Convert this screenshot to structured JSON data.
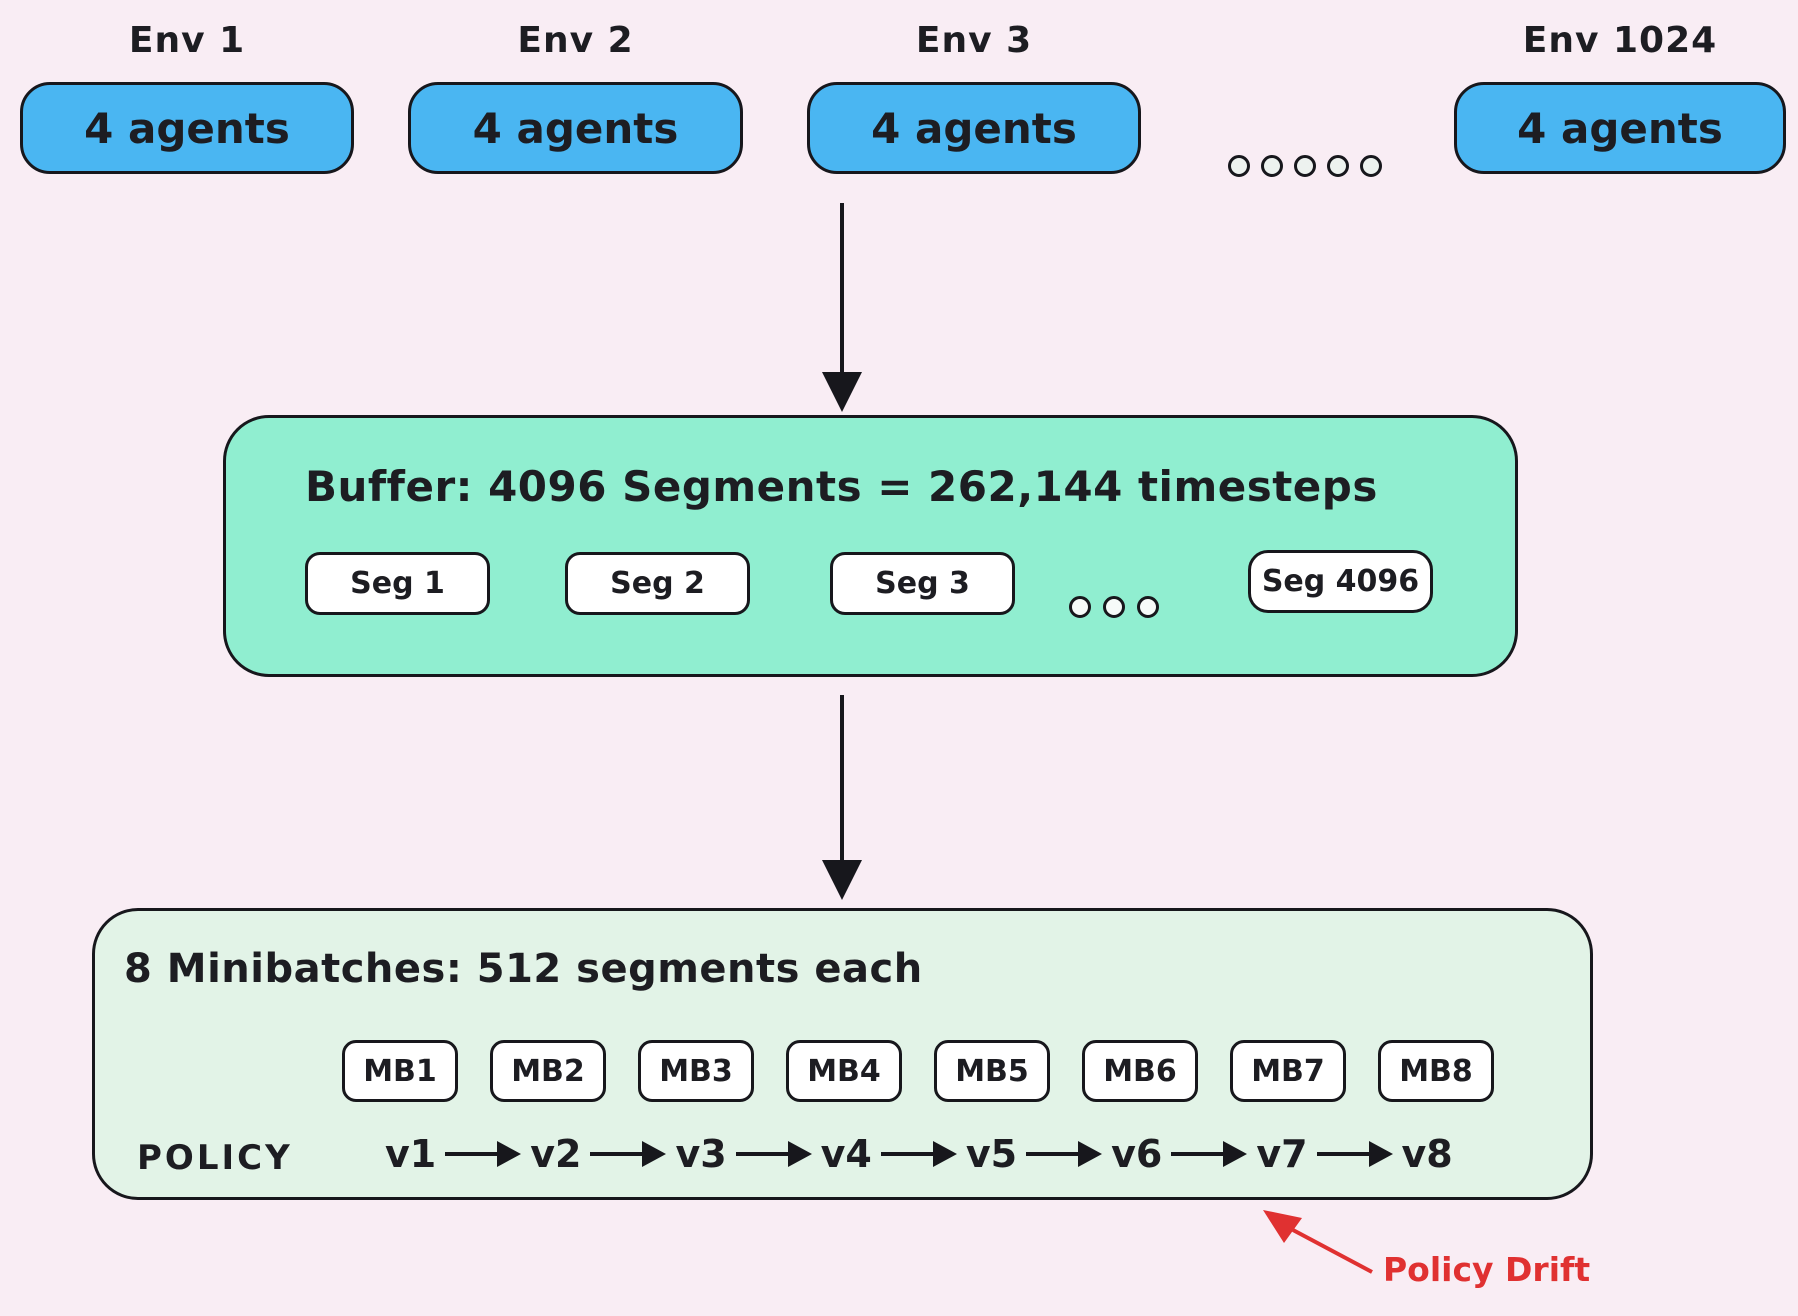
{
  "colors": {
    "background": "#f9edf4",
    "env_box": "#4ab6f2",
    "buffer_box": "#90eed0",
    "minibatch_panel": "#e2f3e7",
    "stroke": "#17171c",
    "annotation_red": "#e03131"
  },
  "env_row": {
    "items": [
      {
        "label": "Env 1",
        "box_label": "4 agents"
      },
      {
        "label": "Env 2",
        "box_label": "4 agents"
      },
      {
        "label": "Env 3",
        "box_label": "4 agents"
      },
      {
        "label": "Env 1024",
        "box_label": "4 agents"
      }
    ],
    "ellipsis_dot_count": 5
  },
  "buffer": {
    "title": "Buffer: 4096 Segments = 262,144 timesteps",
    "segments": [
      "Seg 1",
      "Seg 2",
      "Seg 3",
      "Seg 4096"
    ],
    "ellipsis_dot_count": 3
  },
  "minibatches": {
    "title": "8 Minibatches: 512 segments each",
    "items": [
      "MB1",
      "MB2",
      "MB3",
      "MB4",
      "MB5",
      "MB6",
      "MB7",
      "MB8"
    ]
  },
  "policy": {
    "label": "POLICY",
    "versions": [
      "v1",
      "v2",
      "v3",
      "v4",
      "v5",
      "v6",
      "v7",
      "v8"
    ]
  },
  "annotation": {
    "label": "Policy Drift"
  }
}
